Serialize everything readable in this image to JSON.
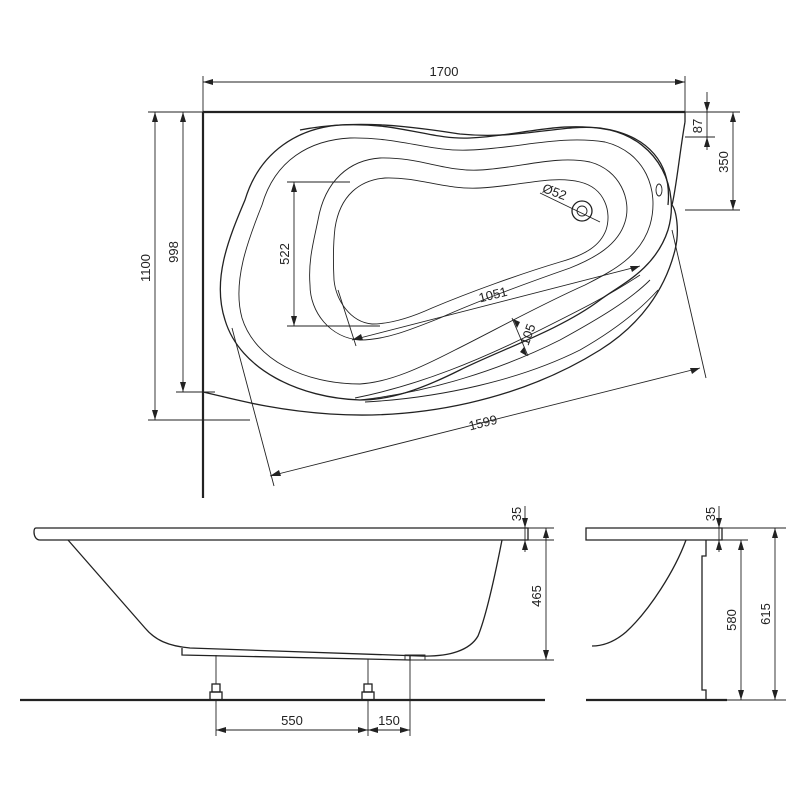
{
  "colors": {
    "line": "#222222",
    "background": "#ffffff"
  },
  "plan_view": {
    "dimensions": {
      "overall_length": "1700",
      "overall_width": "1100",
      "inner_width": "998",
      "rim_offset": "87",
      "drain_offset": "350",
      "diagonal": "1599",
      "inner_length": "1051",
      "inner_depth_span": "522",
      "seat_width": "105",
      "drain_diameter": "Ø52"
    }
  },
  "front_elevation": {
    "dimensions": {
      "rim_thickness": "35",
      "tub_depth": "465",
      "leg_spacing": "550",
      "leg_offset": "150"
    }
  },
  "side_elevation": {
    "dimensions": {
      "rim_thickness": "35",
      "panel_height": "580",
      "total_height": "615"
    }
  }
}
